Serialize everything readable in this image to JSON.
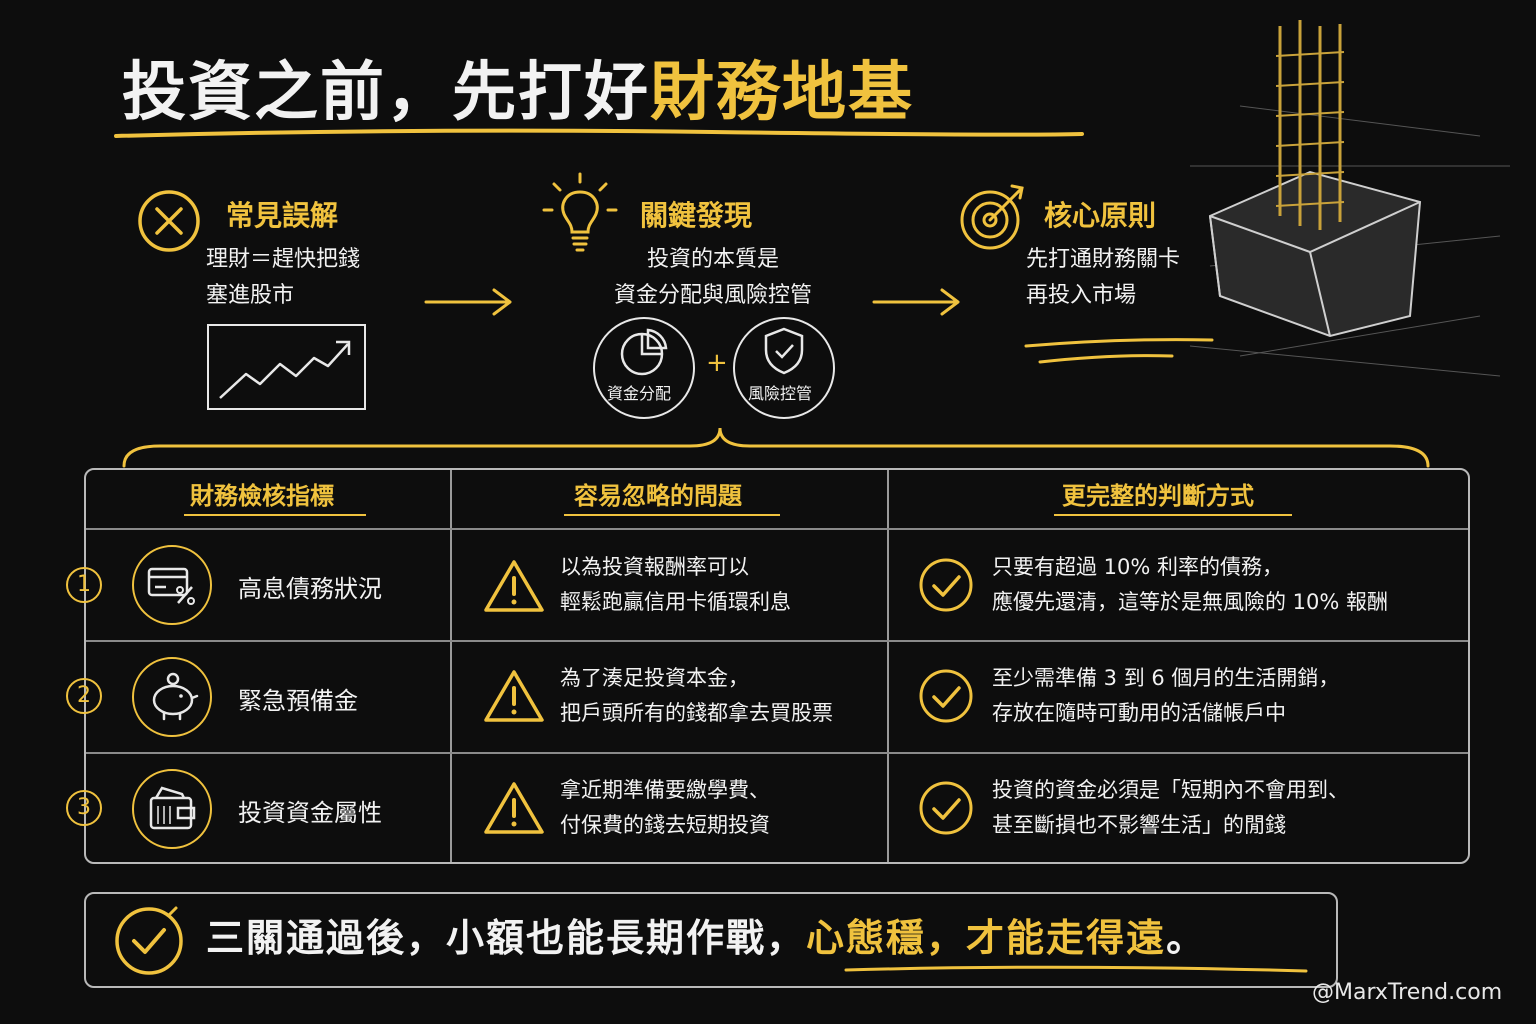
{
  "title": {
    "prefix": "投資之前，先打好",
    "highlight": "財務地基"
  },
  "concepts": {
    "misconception": {
      "heading": "常見誤解",
      "line1": "理財＝趕快把錢",
      "line2": "塞進股市"
    },
    "finding": {
      "heading": "關鍵發現",
      "line1": "投資的本質是",
      "line2": "資金分配與風險控管",
      "circle_left": "資金分配",
      "circle_right": "風險控管",
      "plus": "+"
    },
    "principle": {
      "heading": "核心原則",
      "line1": "先打通財務關卡",
      "line2": "再投入市場"
    }
  },
  "table": {
    "headers": [
      "財務檢核指標",
      "容易忽略的問題",
      "更完整的判斷方式"
    ],
    "rows": [
      {
        "num": "1",
        "label": "高息債務狀況",
        "icon": "credit-card-percent-icon",
        "problem": [
          "以為投資報酬率可以",
          "輕鬆跑贏信用卡循環利息"
        ],
        "solution": [
          "只要有超過 10% 利率的債務，",
          "應優先還清，這等於是無風險的 10% 報酬"
        ]
      },
      {
        "num": "2",
        "label": "緊急預備金",
        "icon": "piggy-bank-icon",
        "problem": [
          "為了湊足投資本金，",
          "把戶頭所有的錢都拿去買股票"
        ],
        "solution": [
          "至少需準備 3 到 6 個月的生活開銷，",
          "存放在隨時可動用的活儲帳戶中"
        ]
      },
      {
        "num": "3",
        "label": "投資資金屬性",
        "icon": "wallet-icon",
        "problem": [
          "拿近期準備要繳學費、",
          "付保費的錢去短期投資"
        ],
        "solution": [
          "投資的資金必須是「短期內不會用到、",
          "甚至斷損也不影響生活」的閒錢"
        ]
      }
    ]
  },
  "footer": {
    "prefix": "三關通過後，小額也能長期作戰，",
    "highlight1": "心態穩",
    "middle": "，",
    "highlight2": "才能走得遠",
    "suffix": "。"
  },
  "watermark": "@MarxTrend.com",
  "colors": {
    "accent": "#f0c23e",
    "background": "#0d0d0d",
    "text": "#f2f2f2"
  }
}
